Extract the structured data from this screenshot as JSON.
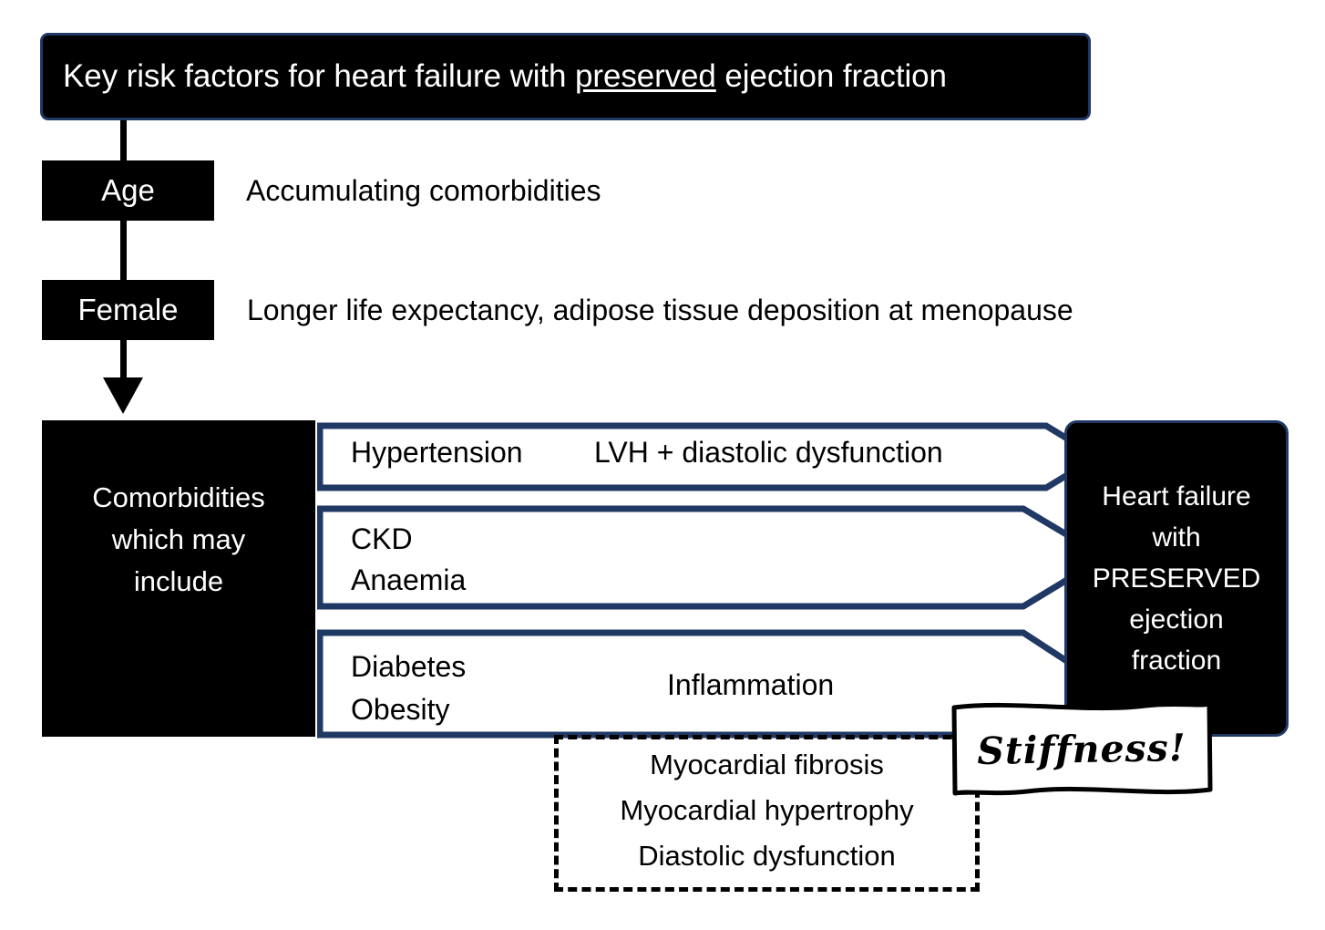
{
  "title": {
    "prefix": "Key risk factors for heart failure with ",
    "emphasis": "preserved",
    "suffix": " ejection fraction"
  },
  "risk_rows": [
    {
      "chip": "Age",
      "description": "Accumulating comorbidities"
    },
    {
      "chip": "Female",
      "description": "Longer life expectancy, adipose tissue deposition at menopause"
    }
  ],
  "source_box": {
    "label": "Comorbidities\nwhich may\ninclude"
  },
  "outcome_box": {
    "label": "Heart failure\nwith\nPRESERVED\nejection\nfraction"
  },
  "pathways": [
    {
      "condition": "Hypertension",
      "mechanism": "LVH + diastolic dysfunction"
    },
    {
      "condition": "CKD\nAnaemia",
      "mechanism": ""
    },
    {
      "condition": "Diabetes\nObesity",
      "mechanism": "Inflammation"
    }
  ],
  "consequences_box": {
    "label": "Myocardial fibrosis\nMyocardial hypertrophy\nDiastolic dysfunction"
  },
  "callout": {
    "label": "Stiffness!"
  },
  "colors": {
    "fill_dark": "#000000",
    "accent_navy": "#1F3864",
    "background": "#FFFFFF",
    "text_light": "#FFFFFF",
    "text_dark": "#000000"
  }
}
